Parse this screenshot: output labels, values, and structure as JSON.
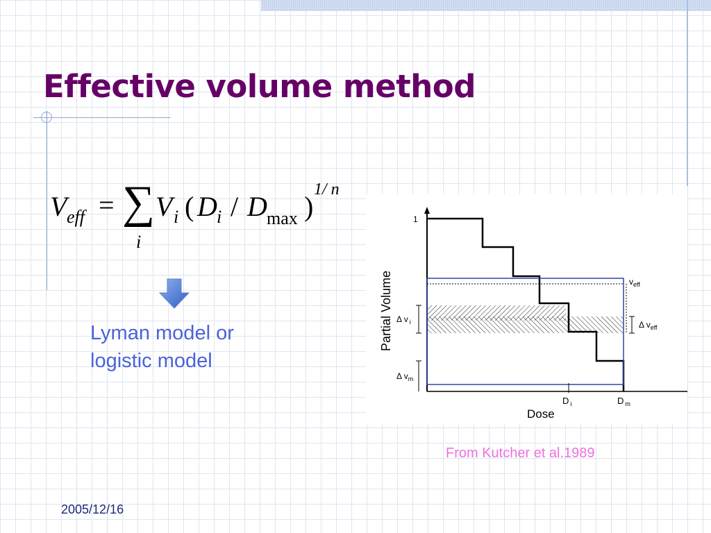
{
  "slide": {
    "title": "Effective volume method",
    "date": "2005/12/16",
    "credit": "From Kutcher et al.1989"
  },
  "formula": {
    "lhs": "V",
    "lhs_sub": "eff",
    "equals": "=",
    "sum_symbol": "∑",
    "sum_index": "i",
    "term": "V",
    "term_sub": "i",
    "open_paren": "(",
    "dose": "D",
    "dose_sub": "i",
    "divide": "/",
    "dmax": "D",
    "dmax_sub": "max",
    "close_paren": ")",
    "exponent": "1/ n"
  },
  "result": {
    "line1": "Lyman model or",
    "line2": "logistic model"
  },
  "icons": {
    "arrow": "arrow-down-icon"
  },
  "colors": {
    "title": "#660066",
    "result_text": "#4a63d8",
    "credit": "#f06fe0",
    "date": "#1c2a78",
    "figure_box": "#3344aa"
  },
  "figure": {
    "y_axis_label": "Partial  Volume",
    "x_axis_label": "Dose",
    "y_tick_label": "1",
    "x_label_di": "D",
    "x_label_di_sub": "i",
    "x_label_dm": "D",
    "x_label_dm_sub": "m",
    "label_veff": "v",
    "label_veff_sub": "eff",
    "label_delta_vi": "Δ v",
    "label_delta_vi_sub": "i",
    "label_delta_veff": "Δ v",
    "label_delta_veff_sub": "eff",
    "label_delta_vm": "Δ v",
    "label_delta_vm_sub": "m"
  }
}
